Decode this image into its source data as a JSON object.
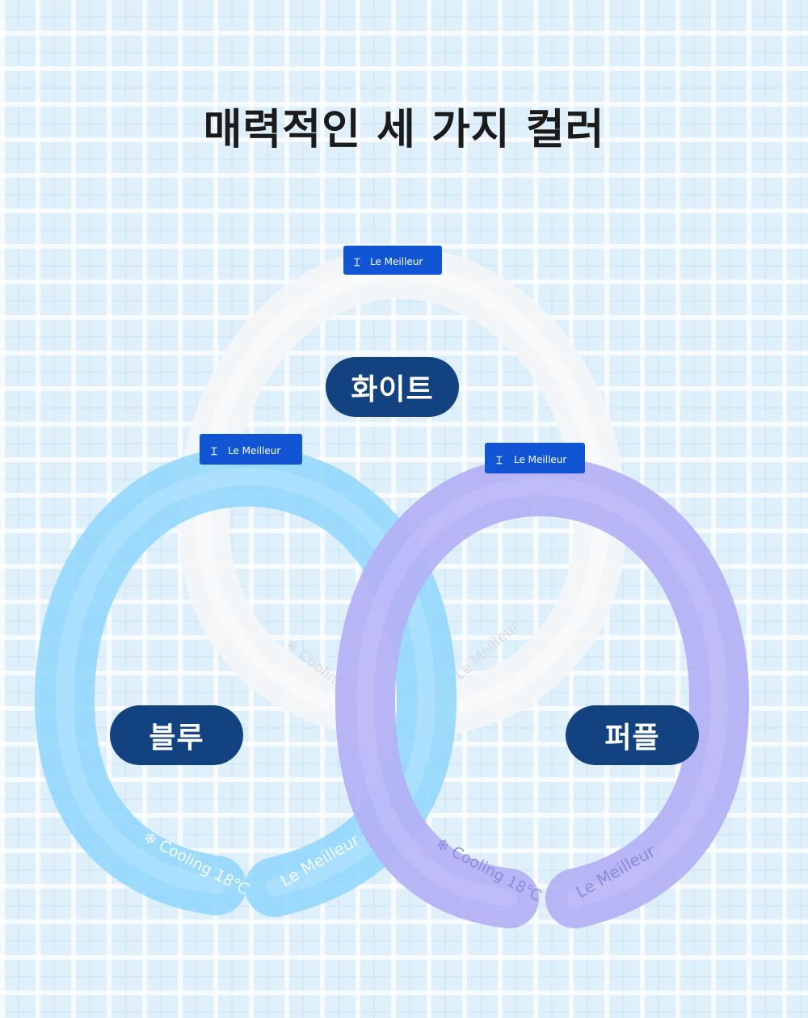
{
  "title": "매력적인 세 가지 컬러",
  "products": [
    {
      "color_name": "화이트",
      "color": "#f4f6f8"
    },
    {
      "color_name": "블루",
      "color": "#8fd6fb"
    },
    {
      "color_name": "퍼플",
      "color": "#b3b0f4"
    }
  ],
  "tag_text": "Le Meilleur",
  "band_text": {
    "cooling": "Cooling 18℃",
    "cooling_short": "Cooling",
    "brand": "Le Meilleur"
  },
  "colors": {
    "pill_bg": "#12427f",
    "tag_bg": "#1155d4",
    "title": "#1b1b1b"
  }
}
